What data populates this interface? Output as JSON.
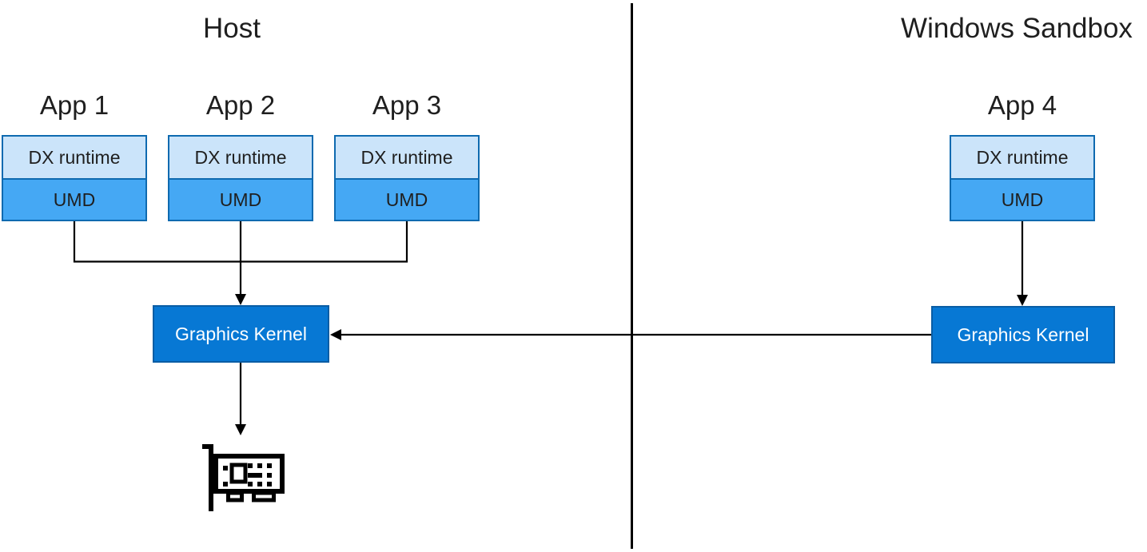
{
  "header": {
    "host_title": "Host",
    "sandbox_title": "Windows Sandbox"
  },
  "apps": [
    {
      "name": "App 1",
      "layers": [
        "DX runtime",
        "UMD"
      ]
    },
    {
      "name": "App 2",
      "layers": [
        "DX runtime",
        "UMD"
      ]
    },
    {
      "name": "App 3",
      "layers": [
        "DX runtime",
        "UMD"
      ]
    },
    {
      "name": "App 4",
      "layers": [
        "DX runtime",
        "UMD"
      ]
    }
  ],
  "kernels": {
    "host_label": "Graphics Kernel",
    "sandbox_label": "Graphics Kernel"
  },
  "icons": {
    "gpu": "gpu-card-icon"
  },
  "colors": {
    "dx_fill": "#CBE4FA",
    "umd_fill": "#45A8F4",
    "app_border": "#0E6AB0",
    "kernel_fill": "#0778D4",
    "kernel_border": "#0A5DA4",
    "kernel_text": "#FFFFFF",
    "line": "#000000",
    "text": "#1F1F1F"
  }
}
